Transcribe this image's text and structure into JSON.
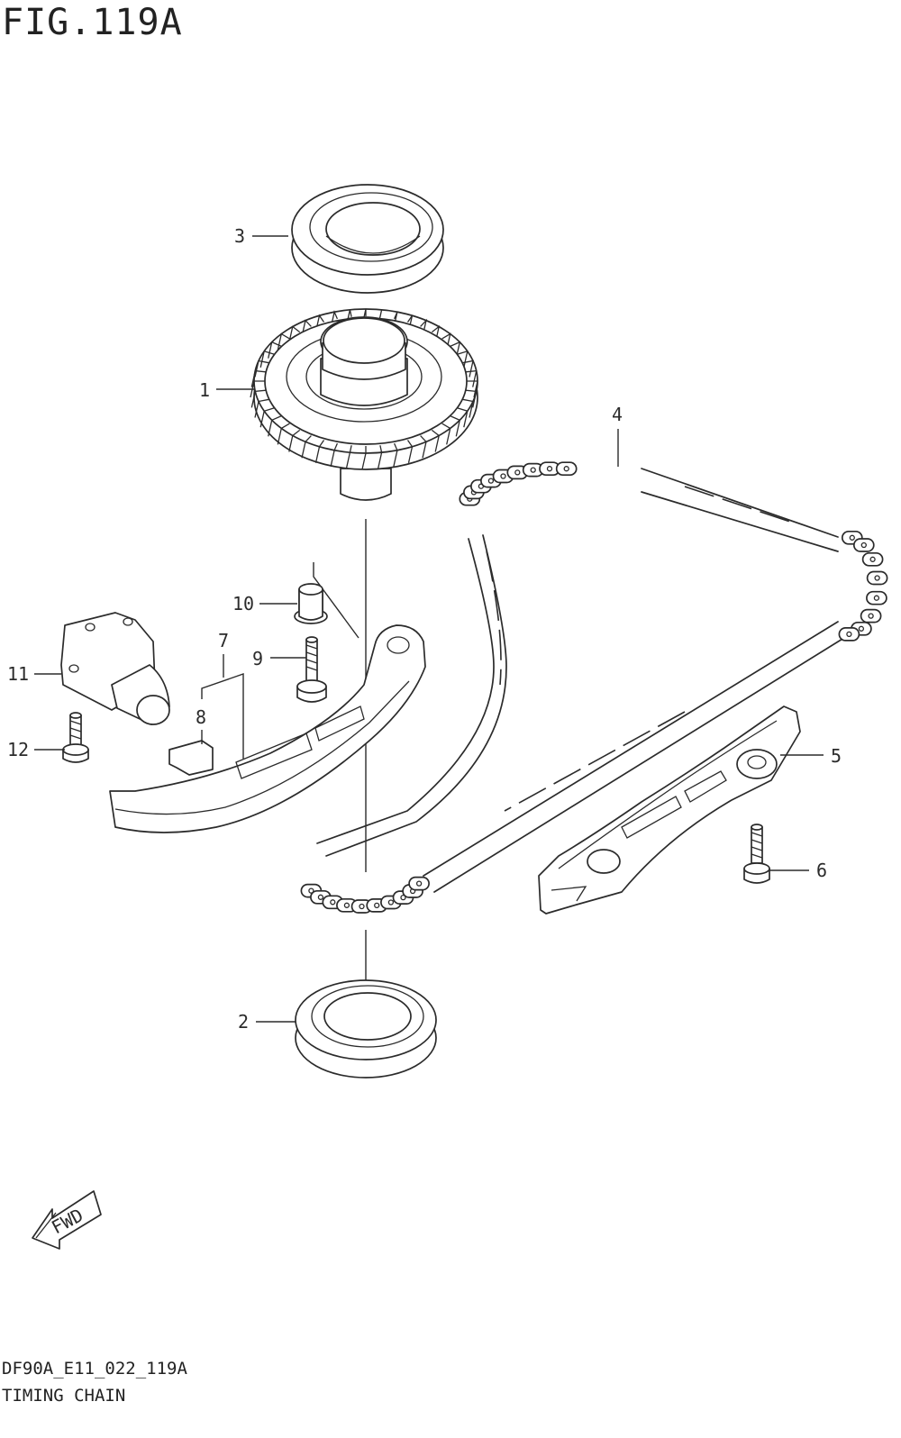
{
  "figure": {
    "title": "FIG.119A",
    "drawing_code": "DF90A_E11_022_119A",
    "caption": "TIMING CHAIN"
  },
  "callouts": {
    "c1": "1",
    "c2": "2",
    "c3": "3",
    "c4": "4",
    "c5": "5",
    "c6": "6",
    "c7": "7",
    "c8": "8",
    "c9": "9",
    "c10": "10",
    "c11": "11",
    "c12": "12"
  },
  "direction_badge": {
    "label": "FWD",
    "icon": "fwd-arrow-icon"
  }
}
